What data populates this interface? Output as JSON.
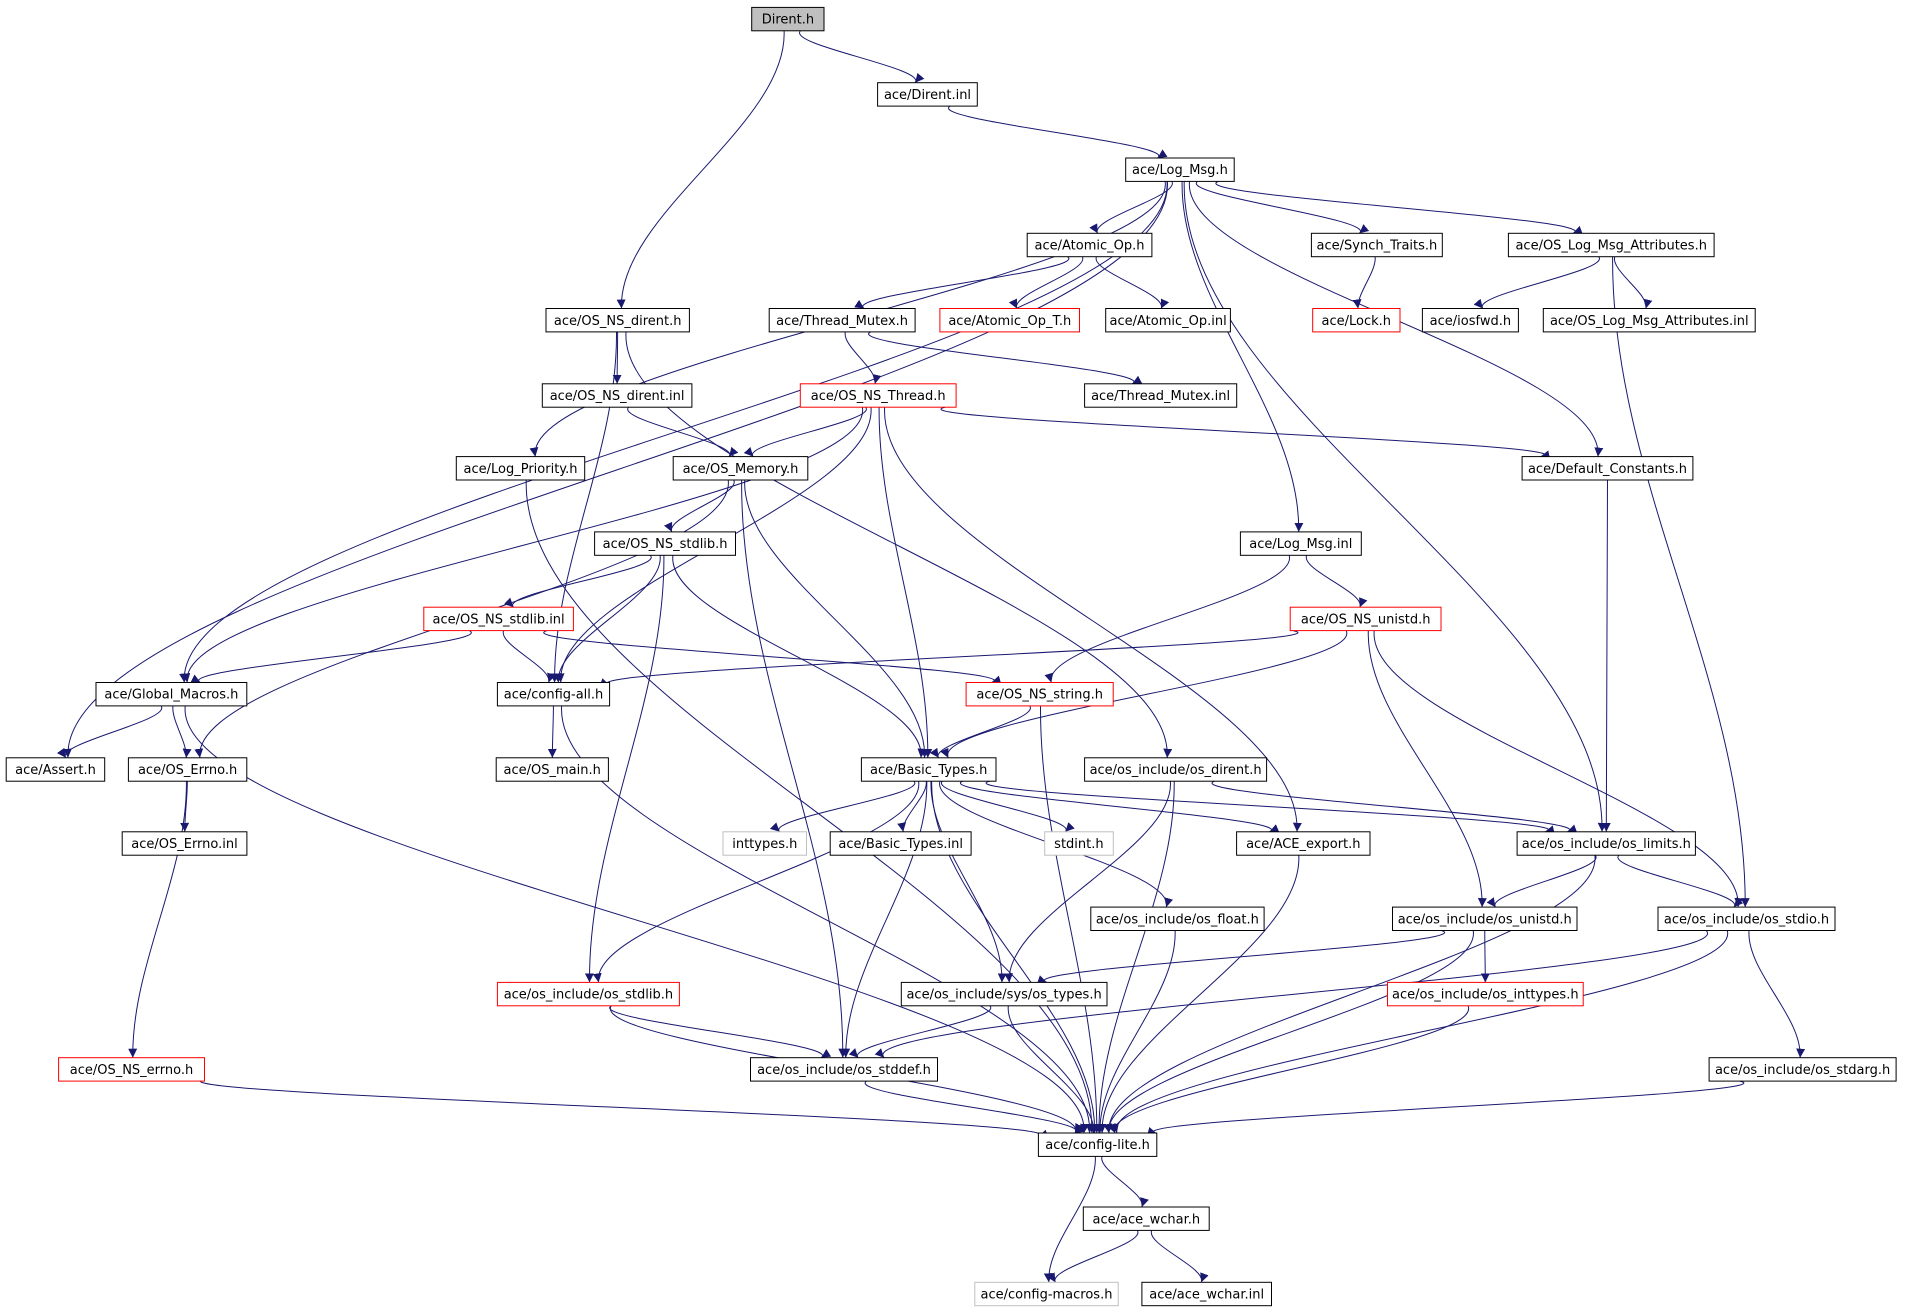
{
  "colors": {
    "edge": "#191970",
    "node_border": "#000000",
    "node_border_incomplete": "#ff0000",
    "node_border_external": "#bfbfbf",
    "root_fill": "#bfbfbf",
    "node_fill": "#ffffff",
    "text": "#000000"
  },
  "nodes": [
    {
      "id": "dirent_h",
      "label": "Dirent.h",
      "style": "root"
    },
    {
      "id": "dirent_inl",
      "label": "ace/Dirent.inl",
      "style": "normal"
    },
    {
      "id": "log_msg_h",
      "label": "ace/Log_Msg.h",
      "style": "normal"
    },
    {
      "id": "atomic_op_h",
      "label": "ace/Atomic_Op.h",
      "style": "normal"
    },
    {
      "id": "synch_traits_h",
      "label": "ace/Synch_Traits.h",
      "style": "normal"
    },
    {
      "id": "os_log_msg_attr_h",
      "label": "ace/OS_Log_Msg_Attributes.h",
      "style": "normal"
    },
    {
      "id": "os_ns_dirent_h",
      "label": "ace/OS_NS_dirent.h",
      "style": "normal"
    },
    {
      "id": "thread_mutex_h",
      "label": "ace/Thread_Mutex.h",
      "style": "normal"
    },
    {
      "id": "atomic_op_t_h",
      "label": "ace/Atomic_Op_T.h",
      "style": "incomplete"
    },
    {
      "id": "atomic_op_inl",
      "label": "ace/Atomic_Op.inl",
      "style": "normal"
    },
    {
      "id": "lock_h",
      "label": "ace/Lock.h",
      "style": "incomplete"
    },
    {
      "id": "iosfwd_h",
      "label": "ace/iosfwd.h",
      "style": "normal"
    },
    {
      "id": "os_log_msg_attr_inl",
      "label": "ace/OS_Log_Msg_Attributes.inl",
      "style": "normal"
    },
    {
      "id": "os_ns_dirent_inl",
      "label": "ace/OS_NS_dirent.inl",
      "style": "normal"
    },
    {
      "id": "os_ns_thread_h",
      "label": "ace/OS_NS_Thread.h",
      "style": "incomplete"
    },
    {
      "id": "thread_mutex_inl",
      "label": "ace/Thread_Mutex.inl",
      "style": "normal"
    },
    {
      "id": "log_priority_h",
      "label": "ace/Log_Priority.h",
      "style": "normal"
    },
    {
      "id": "os_memory_h",
      "label": "ace/OS_Memory.h",
      "style": "normal"
    },
    {
      "id": "default_constants_h",
      "label": "ace/Default_Constants.h",
      "style": "normal"
    },
    {
      "id": "os_ns_stdlib_h",
      "label": "ace/OS_NS_stdlib.h",
      "style": "normal"
    },
    {
      "id": "log_msg_inl",
      "label": "ace/Log_Msg.inl",
      "style": "normal"
    },
    {
      "id": "os_ns_stdlib_inl",
      "label": "ace/OS_NS_stdlib.inl",
      "style": "incomplete"
    },
    {
      "id": "os_ns_unistd_h",
      "label": "ace/OS_NS_unistd.h",
      "style": "incomplete"
    },
    {
      "id": "global_macros_h",
      "label": "ace/Global_Macros.h",
      "style": "normal"
    },
    {
      "id": "config_all_h",
      "label": "ace/config-all.h",
      "style": "normal"
    },
    {
      "id": "os_ns_string_h",
      "label": "ace/OS_NS_string.h",
      "style": "incomplete"
    },
    {
      "id": "assert_h",
      "label": "ace/Assert.h",
      "style": "normal"
    },
    {
      "id": "os_errno_h",
      "label": "ace/OS_Errno.h",
      "style": "normal"
    },
    {
      "id": "os_main_h",
      "label": "ace/OS_main.h",
      "style": "normal"
    },
    {
      "id": "basic_types_h",
      "label": "ace/Basic_Types.h",
      "style": "normal"
    },
    {
      "id": "os_dirent_h",
      "label": "ace/os_include/os_dirent.h",
      "style": "normal"
    },
    {
      "id": "os_errno_inl",
      "label": "ace/OS_Errno.inl",
      "style": "normal"
    },
    {
      "id": "inttypes_h",
      "label": "inttypes.h",
      "style": "external"
    },
    {
      "id": "basic_types_inl",
      "label": "ace/Basic_Types.inl",
      "style": "normal"
    },
    {
      "id": "stdint_h",
      "label": "stdint.h",
      "style": "external"
    },
    {
      "id": "ace_export_h",
      "label": "ace/ACE_export.h",
      "style": "normal"
    },
    {
      "id": "os_limits_h",
      "label": "ace/os_include/os_limits.h",
      "style": "normal"
    },
    {
      "id": "os_float_h",
      "label": "ace/os_include/os_float.h",
      "style": "normal"
    },
    {
      "id": "os_unistd_h",
      "label": "ace/os_include/os_unistd.h",
      "style": "normal"
    },
    {
      "id": "os_stdio_h",
      "label": "ace/os_include/os_stdio.h",
      "style": "normal"
    },
    {
      "id": "os_stdlib_h",
      "label": "ace/os_include/os_stdlib.h",
      "style": "incomplete"
    },
    {
      "id": "os_types_h",
      "label": "ace/os_include/sys/os_types.h",
      "style": "normal"
    },
    {
      "id": "os_inttypes_h",
      "label": "ace/os_include/os_inttypes.h",
      "style": "incomplete"
    },
    {
      "id": "os_ns_errno_h",
      "label": "ace/OS_NS_errno.h",
      "style": "incomplete"
    },
    {
      "id": "os_stddef_h",
      "label": "ace/os_include/os_stddef.h",
      "style": "normal"
    },
    {
      "id": "os_stdarg_h",
      "label": "ace/os_include/os_stdarg.h",
      "style": "normal"
    },
    {
      "id": "config_lite_h",
      "label": "ace/config-lite.h",
      "style": "normal"
    },
    {
      "id": "ace_wchar_h",
      "label": "ace/ace_wchar.h",
      "style": "normal"
    },
    {
      "id": "config_macros_h",
      "label": "ace/config-macros.h",
      "style": "external"
    },
    {
      "id": "ace_wchar_inl",
      "label": "ace/ace_wchar.inl",
      "style": "normal"
    }
  ],
  "edges": [
    [
      "dirent_h",
      "dirent_inl"
    ],
    [
      "dirent_h",
      "os_ns_dirent_h"
    ],
    [
      "dirent_inl",
      "log_msg_h"
    ],
    [
      "log_msg_h",
      "atomic_op_h"
    ],
    [
      "log_msg_h",
      "synch_traits_h"
    ],
    [
      "log_msg_h",
      "os_log_msg_attr_h"
    ],
    [
      "log_msg_h",
      "log_priority_h"
    ],
    [
      "log_msg_h",
      "default_constants_h"
    ],
    [
      "log_msg_h",
      "log_msg_inl"
    ],
    [
      "log_msg_h",
      "global_macros_h"
    ],
    [
      "log_msg_h",
      "assert_h"
    ],
    [
      "log_msg_h",
      "os_limits_h"
    ],
    [
      "atomic_op_h",
      "thread_mutex_h"
    ],
    [
      "atomic_op_h",
      "atomic_op_t_h"
    ],
    [
      "atomic_op_h",
      "atomic_op_inl"
    ],
    [
      "synch_traits_h",
      "lock_h"
    ],
    [
      "os_log_msg_attr_h",
      "iosfwd_h"
    ],
    [
      "os_log_msg_attr_h",
      "os_log_msg_attr_inl"
    ],
    [
      "os_log_msg_attr_h",
      "os_stdio_h"
    ],
    [
      "os_ns_dirent_h",
      "os_ns_dirent_inl"
    ],
    [
      "os_ns_dirent_h",
      "config_all_h"
    ],
    [
      "os_ns_dirent_h",
      "os_dirent_h"
    ],
    [
      "thread_mutex_h",
      "os_ns_thread_h"
    ],
    [
      "thread_mutex_h",
      "thread_mutex_inl"
    ],
    [
      "os_ns_dirent_inl",
      "os_memory_h"
    ],
    [
      "os_ns_thread_h",
      "os_memory_h"
    ],
    [
      "os_ns_thread_h",
      "default_constants_h"
    ],
    [
      "os_ns_thread_h",
      "global_macros_h"
    ],
    [
      "os_ns_thread_h",
      "config_all_h"
    ],
    [
      "os_ns_thread_h",
      "basic_types_h"
    ],
    [
      "os_ns_thread_h",
      "ace_export_h"
    ],
    [
      "log_priority_h",
      "config_lite_h"
    ],
    [
      "os_memory_h",
      "os_ns_stdlib_h"
    ],
    [
      "os_memory_h",
      "os_errno_h"
    ],
    [
      "os_memory_h",
      "basic_types_h"
    ],
    [
      "os_memory_h",
      "os_stddef_h"
    ],
    [
      "default_constants_h",
      "os_limits_h"
    ],
    [
      "os_ns_stdlib_h",
      "os_ns_stdlib_inl"
    ],
    [
      "os_ns_stdlib_h",
      "config_all_h"
    ],
    [
      "os_ns_stdlib_h",
      "basic_types_h"
    ],
    [
      "os_ns_stdlib_h",
      "os_stdlib_h"
    ],
    [
      "log_msg_inl",
      "os_ns_unistd_h"
    ],
    [
      "log_msg_inl",
      "os_ns_string_h"
    ],
    [
      "os_ns_stdlib_inl",
      "global_macros_h"
    ],
    [
      "os_ns_stdlib_inl",
      "config_all_h"
    ],
    [
      "os_ns_stdlib_inl",
      "os_ns_string_h"
    ],
    [
      "os_ns_unistd_h",
      "config_all_h"
    ],
    [
      "os_ns_unistd_h",
      "basic_types_h"
    ],
    [
      "os_ns_unistd_h",
      "os_unistd_h"
    ],
    [
      "os_ns_unistd_h",
      "os_stdio_h"
    ],
    [
      "global_macros_h",
      "assert_h"
    ],
    [
      "global_macros_h",
      "os_errno_h"
    ],
    [
      "global_macros_h",
      "config_lite_h"
    ],
    [
      "config_all_h",
      "os_main_h"
    ],
    [
      "config_all_h",
      "config_lite_h"
    ],
    [
      "os_ns_string_h",
      "basic_types_h"
    ],
    [
      "os_ns_string_h",
      "config_lite_h"
    ],
    [
      "os_errno_h",
      "os_errno_inl"
    ],
    [
      "os_errno_h",
      "os_ns_errno_h"
    ],
    [
      "basic_types_h",
      "inttypes_h"
    ],
    [
      "basic_types_h",
      "basic_types_inl"
    ],
    [
      "basic_types_h",
      "stdint_h"
    ],
    [
      "basic_types_h",
      "ace_export_h"
    ],
    [
      "basic_types_h",
      "os_limits_h"
    ],
    [
      "basic_types_h",
      "os_float_h"
    ],
    [
      "basic_types_h",
      "os_types_h"
    ],
    [
      "basic_types_h",
      "os_stdlib_h"
    ],
    [
      "basic_types_h",
      "os_stddef_h"
    ],
    [
      "basic_types_h",
      "config_lite_h"
    ],
    [
      "os_dirent_h",
      "os_limits_h"
    ],
    [
      "os_dirent_h",
      "os_types_h"
    ],
    [
      "os_dirent_h",
      "config_lite_h"
    ],
    [
      "ace_export_h",
      "config_lite_h"
    ],
    [
      "os_limits_h",
      "os_unistd_h"
    ],
    [
      "os_limits_h",
      "os_stdio_h"
    ],
    [
      "os_limits_h",
      "config_lite_h"
    ],
    [
      "os_float_h",
      "config_lite_h"
    ],
    [
      "os_unistd_h",
      "os_types_h"
    ],
    [
      "os_unistd_h",
      "os_inttypes_h"
    ],
    [
      "os_unistd_h",
      "config_lite_h"
    ],
    [
      "os_stdio_h",
      "os_stddef_h"
    ],
    [
      "os_stdio_h",
      "os_stdarg_h"
    ],
    [
      "os_stdio_h",
      "config_lite_h"
    ],
    [
      "os_stdlib_h",
      "os_stddef_h"
    ],
    [
      "os_stdlib_h",
      "config_lite_h"
    ],
    [
      "os_types_h",
      "os_stddef_h"
    ],
    [
      "os_types_h",
      "config_lite_h"
    ],
    [
      "os_inttypes_h",
      "config_lite_h"
    ],
    [
      "os_ns_errno_h",
      "config_lite_h"
    ],
    [
      "os_stddef_h",
      "config_lite_h"
    ],
    [
      "os_stdarg_h",
      "config_lite_h"
    ],
    [
      "config_lite_h",
      "ace_wchar_h"
    ],
    [
      "config_lite_h",
      "config_macros_h"
    ],
    [
      "ace_wchar_h",
      "config_macros_h"
    ],
    [
      "ace_wchar_h",
      "ace_wchar_inl"
    ]
  ]
}
